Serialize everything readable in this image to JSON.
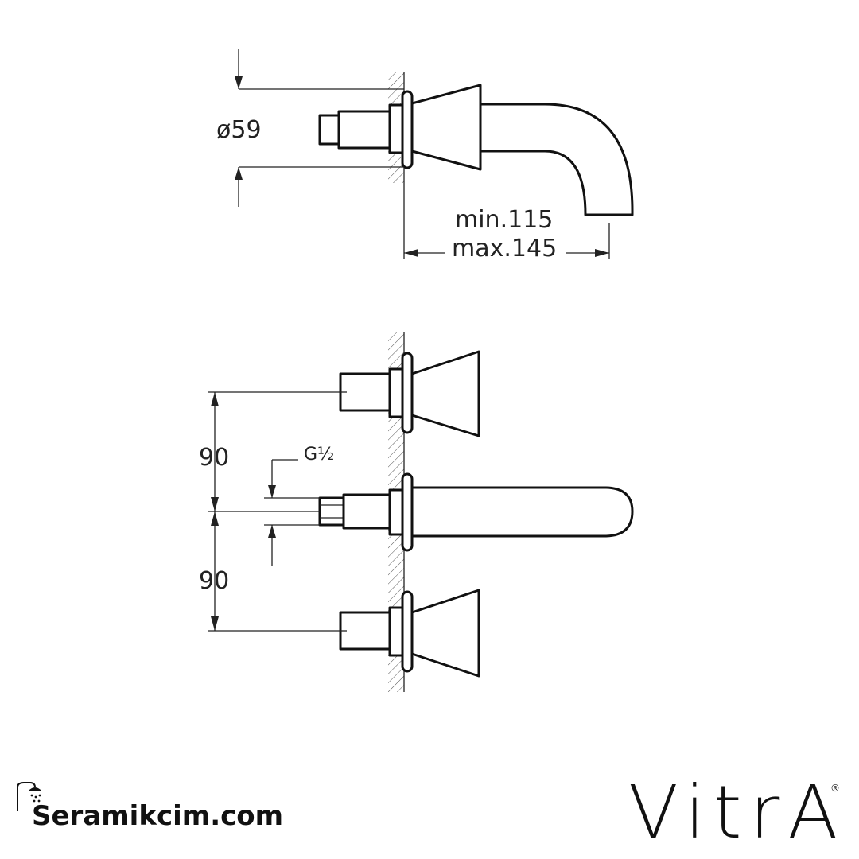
{
  "dimensions": {
    "diameter": "ø59",
    "min_projection": "min.115",
    "max_projection": "max.145",
    "thread": "G½",
    "spacing_upper": "90",
    "spacing_lower": "90"
  },
  "branding": {
    "site": "Seramikcim.com",
    "brand": "VitrA",
    "registered_mark": "®",
    "site_icon": "shower-head-icon"
  }
}
